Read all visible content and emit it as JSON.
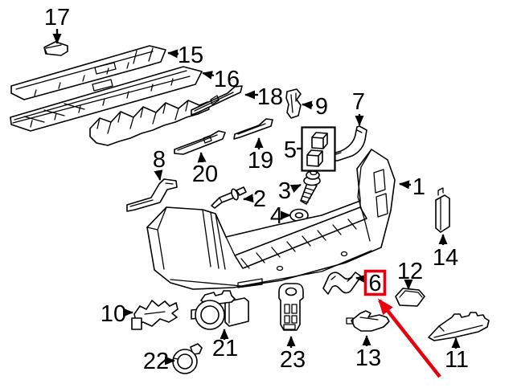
{
  "diagram": {
    "type": "exploded-parts-diagram",
    "highlighted_label": "6"
  },
  "colors": {
    "background": "#ffffff",
    "line": "#000000",
    "highlight": "#e8000d",
    "label_text": "#000000"
  },
  "callouts": {
    "p1": {
      "label": "1"
    },
    "p2": {
      "label": "2"
    },
    "p3": {
      "label": "3"
    },
    "p4": {
      "label": "4"
    },
    "p5": {
      "label": "5"
    },
    "p6": {
      "label": "6"
    },
    "p7": {
      "label": "7"
    },
    "p8": {
      "label": "8"
    },
    "p9": {
      "label": "9"
    },
    "p10": {
      "label": "10"
    },
    "p11": {
      "label": "11"
    },
    "p12": {
      "label": "12"
    },
    "p13": {
      "label": "13"
    },
    "p14": {
      "label": "14"
    },
    "p15": {
      "label": "15"
    },
    "p16": {
      "label": "16"
    },
    "p17": {
      "label": "17"
    },
    "p18": {
      "label": "18"
    },
    "p19": {
      "label": "19"
    },
    "p20": {
      "label": "20"
    },
    "p21": {
      "label": "21"
    },
    "p22": {
      "label": "22"
    },
    "p23": {
      "label": "23"
    }
  }
}
